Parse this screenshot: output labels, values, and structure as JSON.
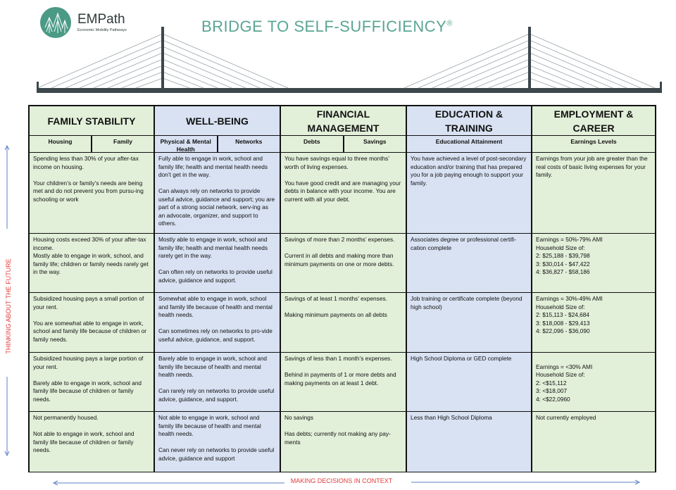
{
  "logo": {
    "name": "EMPath",
    "subtitle": "Economic Mobility Pathways"
  },
  "title": "BRIDGE TO SELF-SUFFICIENCY",
  "title_mark": "®",
  "colors": {
    "green": "#e2efd9",
    "blue": "#d9e2f3",
    "teal": "#5aa592",
    "axis_label": "#e23b3b"
  },
  "columns": [
    {
      "title": "FAMILY STABILITY",
      "subs": [
        "Housing",
        "Family"
      ]
    },
    {
      "title": "WELL-BEING",
      "subs": [
        "Physical & Mental Health",
        "Networks"
      ]
    },
    {
      "title": "FINANCIAL MANAGEMENT",
      "subs": [
        "Debts",
        "Savings"
      ]
    },
    {
      "title": "EDUCATION & TRAINING",
      "subs": [
        "Educational Attainment"
      ]
    },
    {
      "title": "EMPLOYMENT & CAREER",
      "subs": [
        "Earnings Levels"
      ]
    }
  ],
  "rows": [
    [
      "Spending less than 30% of your after-tax income on housing.\n\nYour children’s or family’s needs are being met and do not prevent you from pursu-ing schooling or work",
      "Fully able to engage in work, school and family life; health and mental health needs don’t get in the way.\n\nCan always rely on networks to provide useful advice, guidance and support; you are part of a strong social network, serv-ing as an advocate, organizer, and support to others.",
      "You have savings equal to three months’ worth of living expenses.\n\nYou have good credit and are managing your debts in balance with your income. You are current with all your debt.",
      "You have achieved a level of post-secondary education and/or training that has prepared you for a job paying enough to support your family.",
      "Earnings from your job are greater than the real costs of basic living expenses for your family."
    ],
    [
      "Housing costs exceed 30% of your after-tax income.\nMostly able to engage in work, school, and family life; children or family needs rarely get in the way.",
      "Mostly able to engage in work, school and family life; health and mental health needs rarely get in the way.\n\nCan often rely on networks to provide useful advice, guidance and support.",
      "Savings of more than 2 months’ expenses.\n\nCurrent in all debts and making more than minimum payments on one or more debts.",
      "Associates degree or professional certifi-cation complete",
      "Earnings = 50%-79% AMI\nHousehold Size of:\n2: $25,188 - $39,798\n3: $30,014 - $47,422\n4: $36,827 - $58,186"
    ],
    [
      "Subsidized housing pays a small portion of your rent.\n\nYou are somewhat able to engage in work, school and family life because of children or family needs.",
      "Somewhat able to engage in work, school and family life because of health and mental health needs.\n\nCan sometimes rely on networks to pro-vide useful advice, guidance, and support.",
      "Savings of at least 1 months’ expenses.\n\nMaking minimum payments on all debts",
      "Job training or certificate complete (beyond high school)",
      "Earnings = 30%-49% AMI\nHousehold Size of:\n2: $15,113 - $24,684\n3: $18,008 - $29,413\n4: $22,096 - $36,090"
    ],
    [
      "Subsidized housing pays a large portion of your rent.\n\nBarely able to engage in work, school and family life because of children or family needs.",
      "Barely able to engage in work, school and family life because of health and mental health needs.\n\nCan rarely rely on networks to provide useful advice, guidance, and support.",
      "Savings of less than 1 month’s expenses.\n\nBehind in payments of 1 or more debts and making payments on at least 1 debt.",
      "High School Diploma or GED complete",
      "\nEarnings = <30% AMI\nHousehold Size of:\n2: <$15,112\n3: <$18,007\n4: <$22,0960"
    ],
    [
      "Not permanently housed.\n\nNot able to engage in work, school and family life because of children or family needs.",
      "Not able to engage in work, school and family life because of health and mental health needs.\n\nCan never rely on networks to provide useful advice, guidance and support",
      "No savings\n\nHas debts; currently not making any pay-ments",
      "Less than High School Diploma",
      "Not currently employed"
    ]
  ],
  "axes": {
    "vertical": "THINKING ABOUT THE FUTURE",
    "horizontal": "MAKING DECISIONS IN CONTEXT"
  }
}
